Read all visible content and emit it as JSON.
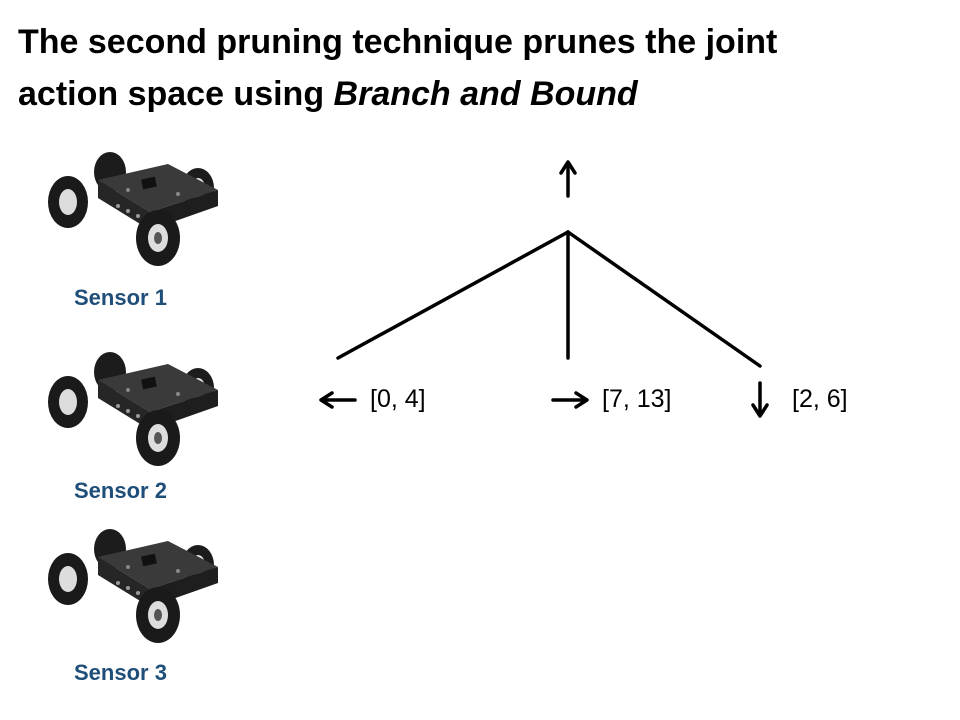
{
  "title": {
    "line1": "The second pruning technique prunes the joint",
    "line2_prefix": "action space using ",
    "line2_emphasis": "Branch and Bound"
  },
  "sensors": [
    {
      "label": "Sensor 1"
    },
    {
      "label": "Sensor 2"
    },
    {
      "label": "Sensor 3"
    }
  ],
  "tree": {
    "root_action": "up-arrow",
    "branches": [
      {
        "action": "left-arrow",
        "interval": "[0, 4]"
      },
      {
        "action": "right-arrow",
        "interval": "[7, 13]"
      },
      {
        "action": "down-arrow",
        "interval": "[2, 6]"
      }
    ]
  },
  "colors": {
    "sensor_label": "#1f4e79",
    "robot_body": "#2e2e2e",
    "robot_wheel": "#1a1a1a",
    "line": "#000000"
  }
}
